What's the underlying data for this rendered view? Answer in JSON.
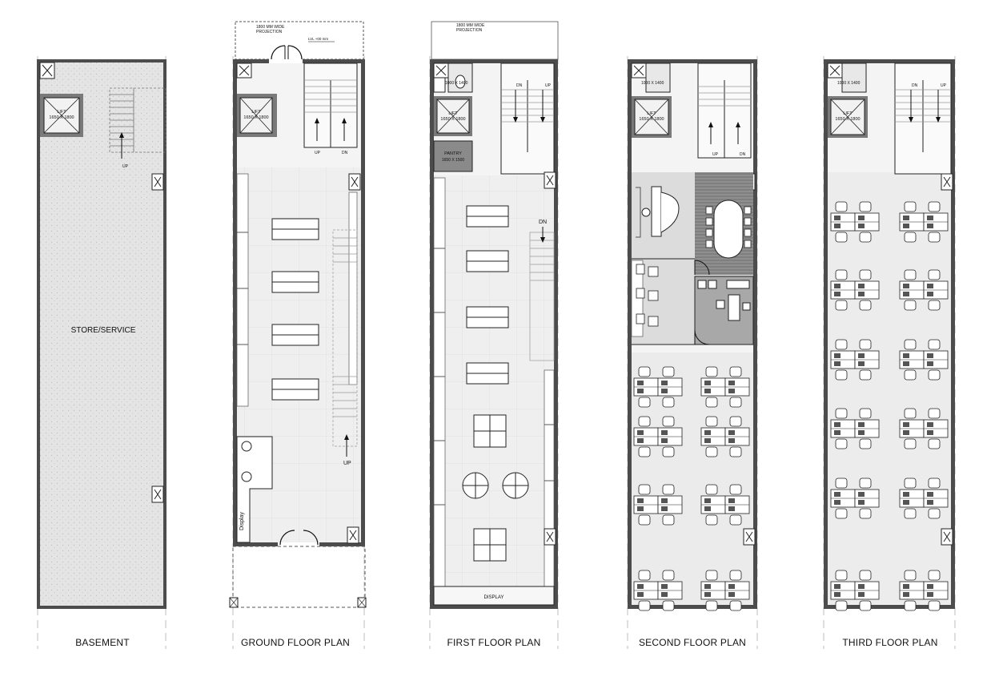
{
  "captions": {
    "basement": "BASEMENT",
    "ground": "GROUND FLOOR PLAN",
    "first": "FIRST FLOOR PLAN",
    "second": "SECOND FLOOR PLAN",
    "third": "THIRD FLOOR PLAN"
  },
  "labels": {
    "store_service": "STORE/SERVICE",
    "lift": "LIFT",
    "lift_size": "1650 X 1800",
    "up": "UP",
    "dn": "DN",
    "projection_line1": "1800 MM WIDE",
    "projection_line2": "PROJECTION",
    "level": "LVL +00 mm",
    "display": "Display",
    "display_caps": "DISPLAY",
    "pantry": "PANTRY",
    "pantry_size": "1650 X 1500",
    "toilet_size": "1000 X 1400"
  }
}
